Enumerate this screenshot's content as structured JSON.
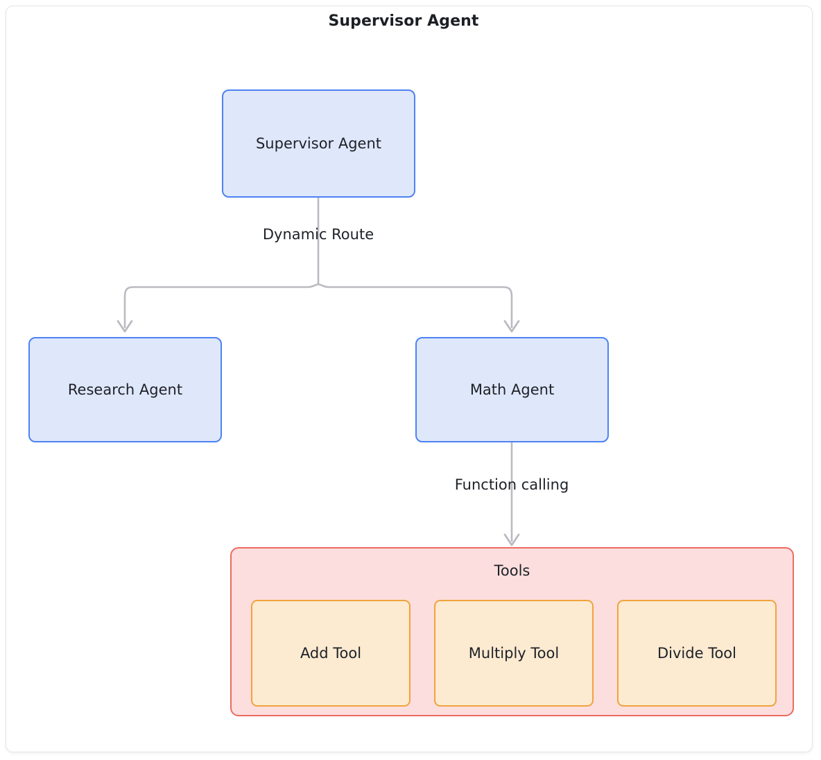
{
  "diagram": {
    "frame_title": "Supervisor Agent",
    "nodes": [
      {
        "id": "supervisor",
        "label": "Supervisor Agent",
        "kind": "agent"
      },
      {
        "id": "research",
        "label": "Research Agent",
        "kind": "agent"
      },
      {
        "id": "math",
        "label": "Math Agent",
        "kind": "agent"
      }
    ],
    "cluster": {
      "id": "tools",
      "label": "Tools",
      "tools": [
        {
          "id": "add",
          "label": "Add Tool"
        },
        {
          "id": "multiply",
          "label": "Multiply Tool"
        },
        {
          "id": "divide",
          "label": "Divide Tool"
        }
      ]
    },
    "edges": [
      {
        "from": "supervisor",
        "to": "research",
        "label": "Dynamic Route"
      },
      {
        "from": "supervisor",
        "to": "math",
        "label": ""
      },
      {
        "from": "math",
        "to": "tools",
        "label": "Function calling"
      }
    ],
    "edge_labels": {
      "dynamic_route": "Dynamic Route",
      "function_calling": "Function calling"
    },
    "colors": {
      "frame_border": "#e2e3e8",
      "agent_fill": "#dfe7fb",
      "agent_border": "#4d82f3",
      "cluster_fill": "#fcdede",
      "cluster_border": "#ec6a61",
      "tool_fill": "#fcead1",
      "tool_border": "#f0a33c",
      "connector": "#b9bbc0",
      "text": "#1d2127"
    }
  }
}
